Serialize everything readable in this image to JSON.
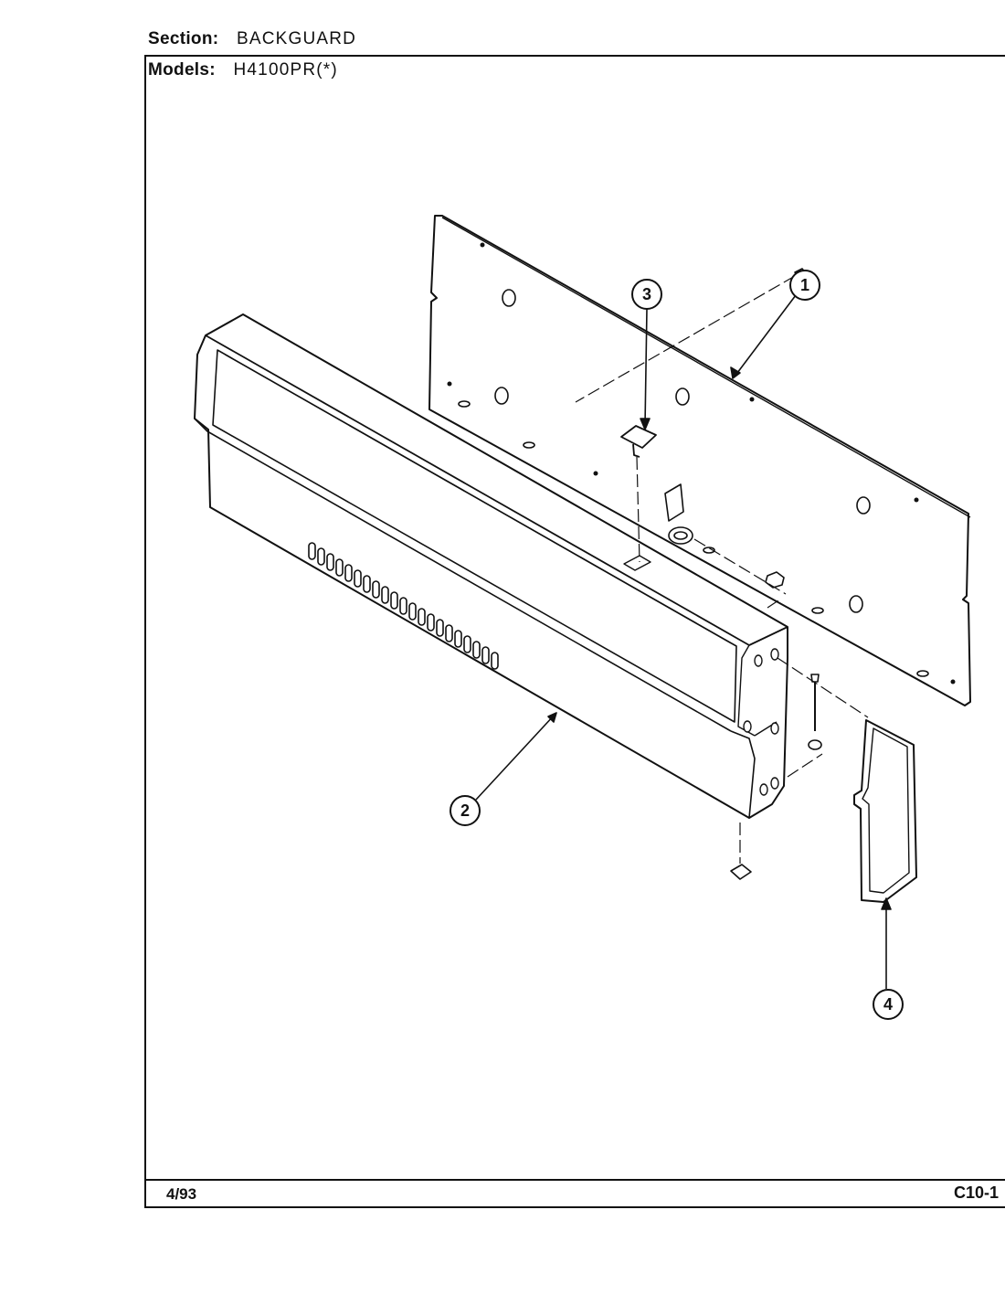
{
  "header": {
    "section_label": "Section:",
    "section_value": "BACKGUARD",
    "models_label": "Models:",
    "models_value": "H4100PR(*)"
  },
  "callouts": [
    "1",
    "2",
    "3",
    "4"
  ],
  "footer": {
    "date": "4/93",
    "code": "C10-1"
  }
}
